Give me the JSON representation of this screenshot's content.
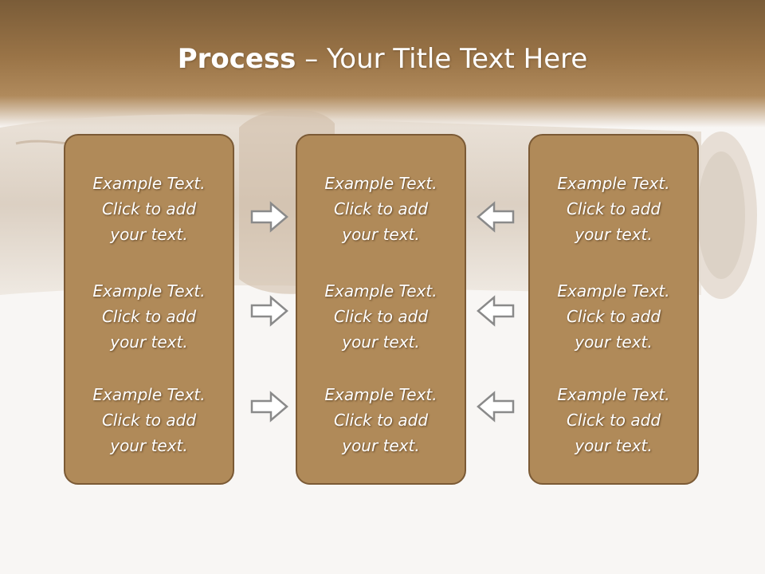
{
  "slide": {
    "title_bold": "Process",
    "title_rest": " – Your Title Text Here"
  },
  "columns": [
    {
      "items": [
        {
          "lines": [
            "Example Text.",
            "Click  to add",
            "your text."
          ]
        },
        {
          "lines": [
            "Example Text.",
            "Click  to add",
            "your text."
          ]
        },
        {
          "lines": [
            "Example Text.",
            "Click  to add",
            "your text."
          ]
        }
      ]
    },
    {
      "items": [
        {
          "lines": [
            "Example Text.",
            "Click  to add",
            "your text."
          ]
        },
        {
          "lines": [
            "Example Text.",
            "Click  to add",
            "your text."
          ]
        },
        {
          "lines": [
            "Example Text.",
            "Click  to add",
            "your text."
          ]
        }
      ]
    },
    {
      "items": [
        {
          "lines": [
            "Example Text.",
            "Click  to add",
            "your text."
          ]
        },
        {
          "lines": [
            "Example Text.",
            "Click  to add",
            "your text."
          ]
        },
        {
          "lines": [
            "Example Text.",
            "Click  to add",
            "your text."
          ]
        }
      ]
    }
  ],
  "arrows": {
    "left_group": {
      "direction": "right",
      "count": 3,
      "icon": "right-arrow-icon"
    },
    "right_group": {
      "direction": "left",
      "count": 3,
      "icon": "left-arrow-icon"
    }
  },
  "colors": {
    "header": "#8a6840",
    "box_fill": "#b08a59",
    "box_border": "#7b5a35",
    "arrow_stroke": "#8a8a8a",
    "arrow_fill": "#ffffff",
    "background": "#f8f6f4"
  }
}
